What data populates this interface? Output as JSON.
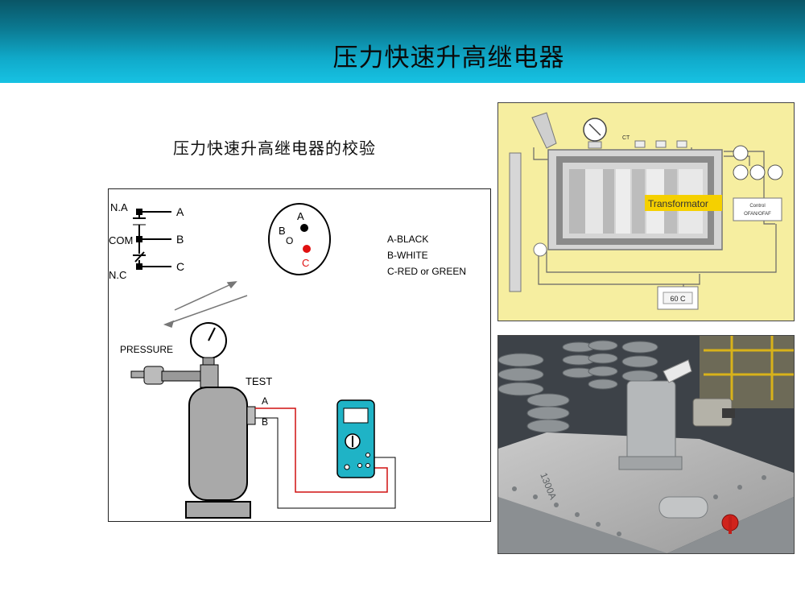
{
  "header": {
    "title": "压力快速升高继电器"
  },
  "subtitle": "压力快速升高继电器的校验",
  "diagram": {
    "switch_labels": {
      "na": "N.A",
      "com": "COM",
      "nc": "N.C"
    },
    "terminal_letters": {
      "a": "A",
      "b": "B",
      "c": "C"
    },
    "plug_letters": {
      "a": "A",
      "b": "B",
      "o": "O",
      "c": "C"
    },
    "legend": [
      "A-BLACK",
      "B-WHITE",
      "C-RED or GREEN"
    ],
    "pressure_label": "PRESSURE",
    "test_label": "TEST",
    "test_terminals": {
      "a": "A",
      "b": "B"
    }
  },
  "transformer_schematic": {
    "label": "Transformator",
    "ct_label": "CT",
    "control_lines": [
      "Control",
      "OFAN/OFAF"
    ],
    "temperature": "60 C"
  },
  "photo": {
    "tank_lettering": "1300A"
  },
  "colors": {
    "header_top": "#0a5566",
    "header_bottom": "#17c2e3",
    "meter": "#1fb3c6",
    "red_wire": "#d01010",
    "schematic_bg": "#f6eea0",
    "transformator_label_bg": "#f5d000"
  }
}
